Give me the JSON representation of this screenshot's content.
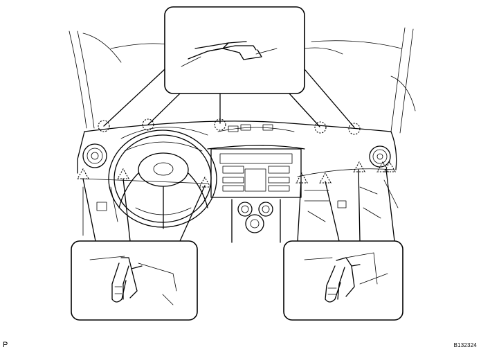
{
  "corner_labels": {
    "page_letter": "P",
    "figure_code": "B132324"
  },
  "markers": {
    "round_clip_count": 5,
    "triangle_clip_count": 8
  },
  "colors": {
    "line": "#000000",
    "background": "#ffffff"
  }
}
